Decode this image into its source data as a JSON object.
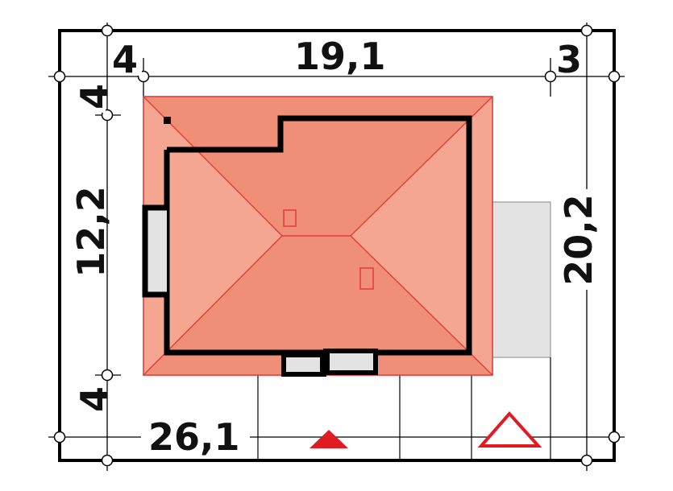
{
  "plot": {
    "dimensions": {
      "top_left_margin": "4",
      "top_width": "19,1",
      "top_right_margin": "3",
      "left_top_margin": "4",
      "left_height": "12,2",
      "left_bottom_margin": "4",
      "bottom_total": "26,1",
      "right_total": "20,2"
    }
  },
  "colors": {
    "roof_light": "#f4a690",
    "roof_dark": "#f08f77",
    "roof_line": "#e53a3a",
    "wall": "#000000",
    "garage": "#e3e3e3",
    "triangle": "#e11b22"
  }
}
